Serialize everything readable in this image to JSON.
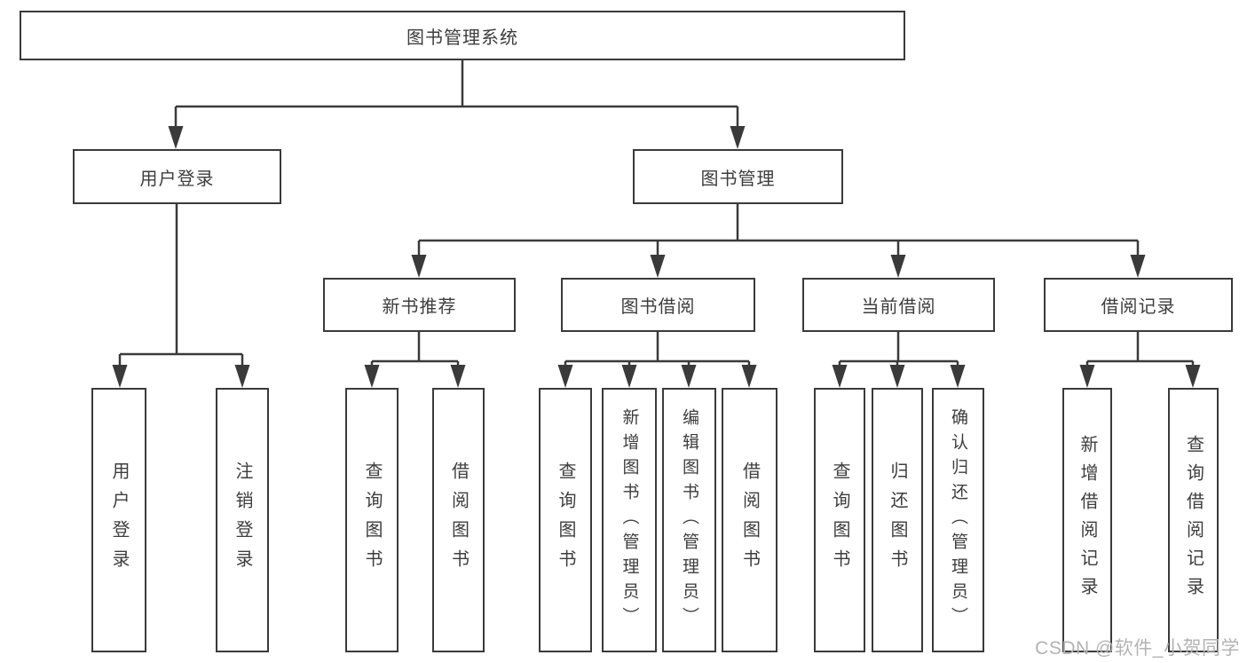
{
  "diagram": {
    "tree": {
      "root": {
        "label": "图书管理系统"
      },
      "branches": [
        {
          "label": "用户登录",
          "children": [
            {
              "label": "用户登录"
            },
            {
              "label": "注销登录"
            }
          ]
        },
        {
          "label": "图书管理",
          "children": [
            {
              "label": "新书推荐",
              "children": [
                {
                  "label": "查询图书"
                },
                {
                  "label": "借阅图书"
                }
              ]
            },
            {
              "label": "图书借阅",
              "children": [
                {
                  "label": "查询图书"
                },
                {
                  "label": "新增图书（管理员）"
                },
                {
                  "label": "编辑图书（管理员）"
                },
                {
                  "label": "借阅图书"
                }
              ]
            },
            {
              "label": "当前借阅",
              "children": [
                {
                  "label": "查询图书"
                },
                {
                  "label": "归还图书"
                },
                {
                  "label": "确认归还（管理员）"
                }
              ]
            },
            {
              "label": "借阅记录",
              "children": [
                {
                  "label": "新增借阅记录"
                },
                {
                  "label": "查询借阅记录"
                }
              ]
            }
          ]
        }
      ]
    },
    "watermark": "CSDN @软件_小贺同学",
    "colors": {
      "line": "#3a3a3a",
      "text": "#3d3d3d",
      "background": "#ffffff",
      "watermark": "#b3b3b3"
    }
  }
}
